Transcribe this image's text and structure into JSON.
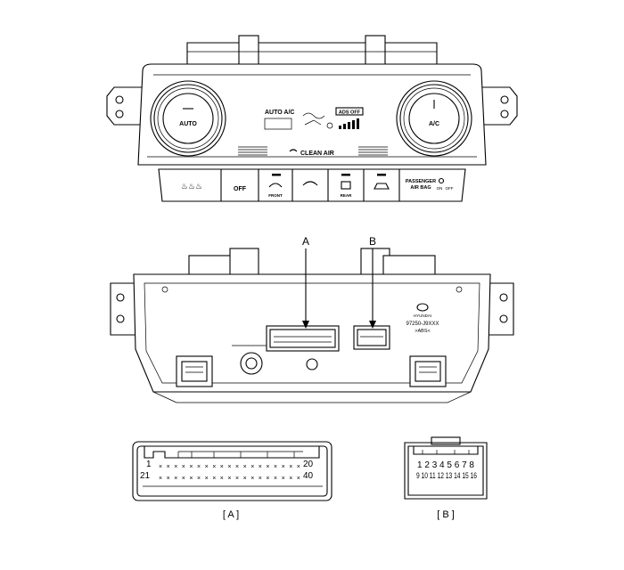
{
  "front_panel": {
    "left_knob_label": "AUTO",
    "right_knob_label": "A/C",
    "display_label": "AUTO A/C",
    "ads_label": "ADS OFF",
    "clean_air_label": "CLEAN AIR",
    "buttons": {
      "off": "OFF",
      "front": "FRONT",
      "rear": "REAR"
    },
    "airbag_label_1": "PASSENGER",
    "airbag_label_2": "AIR BAG",
    "airbag_on": "ON",
    "airbag_off": "OFF"
  },
  "rear_panel": {
    "brand_text": "HYUNDAI",
    "part_number": "97250-J9XXX",
    "material_code": ">ABS<",
    "callout_a": "A",
    "callout_b": "B"
  },
  "connector_a": {
    "caption": "[ A ]",
    "pin_1": "1",
    "pin_20": "20",
    "pin_21": "21",
    "pin_40": "40"
  },
  "connector_b": {
    "caption": "[ B ]",
    "row1": "1 2 3 4 5 6 7 8",
    "row2": "9 10 11 12 13 14 15 16"
  }
}
